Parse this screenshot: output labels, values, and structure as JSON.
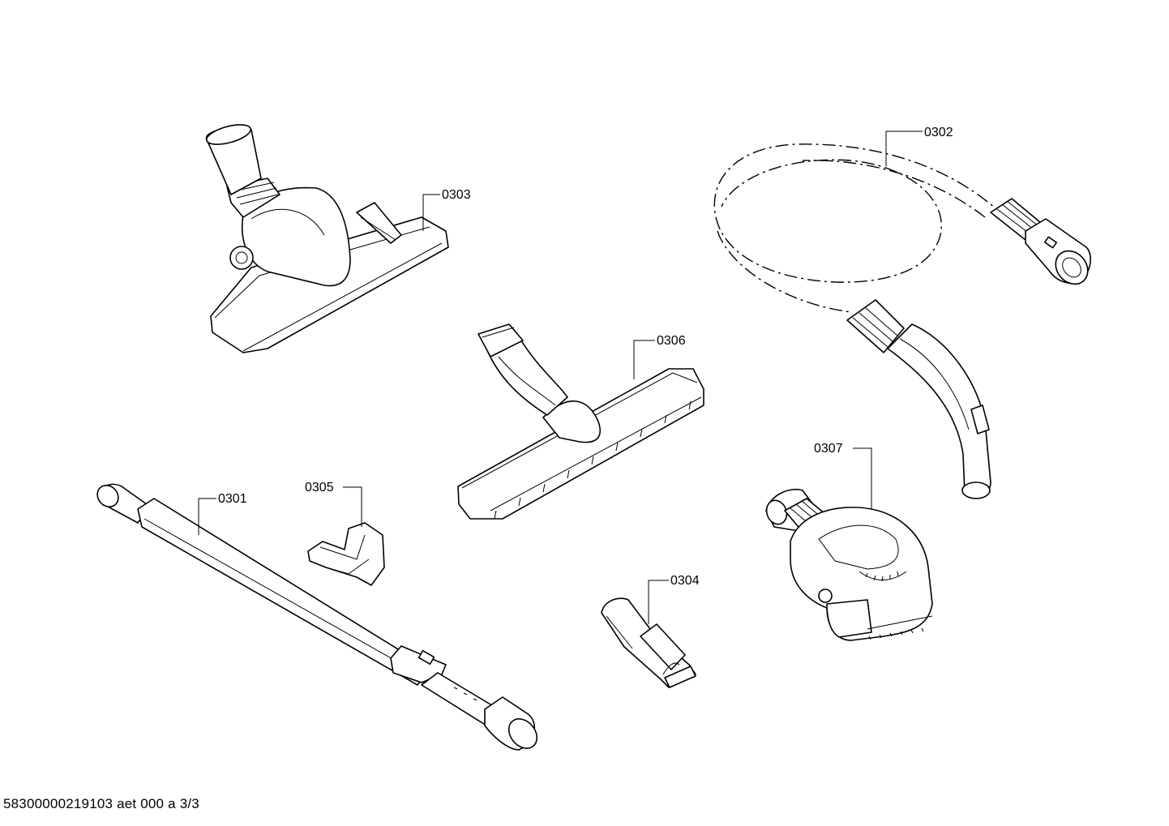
{
  "footer": {
    "document_code": "58300000219103 aet 000 a 3/3"
  },
  "parts": [
    {
      "id": "0301",
      "component": "telescopic-tube"
    },
    {
      "id": "0302",
      "component": "suction-hose"
    },
    {
      "id": "0303",
      "component": "floor-nozzle"
    },
    {
      "id": "0304",
      "component": "crevice-tool"
    },
    {
      "id": "0305",
      "component": "accessory-clip"
    },
    {
      "id": "0306",
      "component": "hard-floor-nozzle"
    },
    {
      "id": "0307",
      "component": "turbo-brush"
    }
  ]
}
